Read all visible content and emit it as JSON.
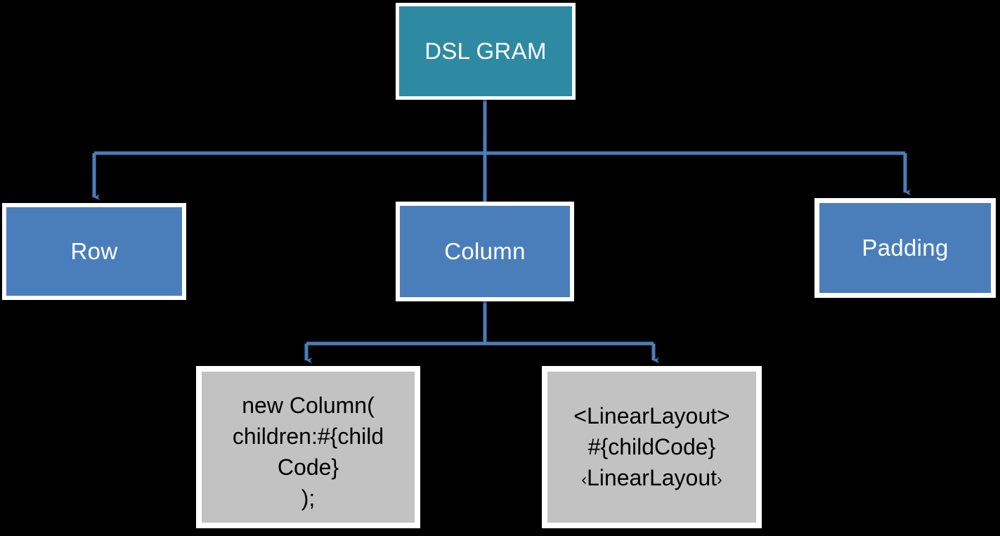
{
  "diagram": {
    "title_node": {
      "label": "DSL GRAM",
      "fill": "#2E8AA3",
      "text_color": "#ffffff"
    },
    "branch_nodes": [
      {
        "label": "Row",
        "fill": "#4A7EBB",
        "text_color": "#ffffff"
      },
      {
        "label": "Column",
        "fill": "#4A7EBB",
        "text_color": "#ffffff"
      },
      {
        "label": "Padding",
        "fill": "#4A7EBB",
        "text_color": "#ffffff"
      }
    ],
    "code_nodes": [
      {
        "name": "flutter-column-snippet",
        "fill": "#C2C2C2",
        "text_color": "#000000",
        "lines": [
          "new Column(",
          "children:#{child",
          "Code}",
          ");"
        ]
      },
      {
        "name": "android-linearlayout-snippet",
        "fill": "#C2C2C2",
        "text_color": "#000000",
        "lines": [
          "<LinearLayout>",
          "#{childCode}",
          "LinearLayout"
        ],
        "closing_open_bracket": "‹",
        "closing_close_bracket": "›"
      }
    ],
    "connector_color": "#4A7EBB",
    "background": "#000000"
  }
}
